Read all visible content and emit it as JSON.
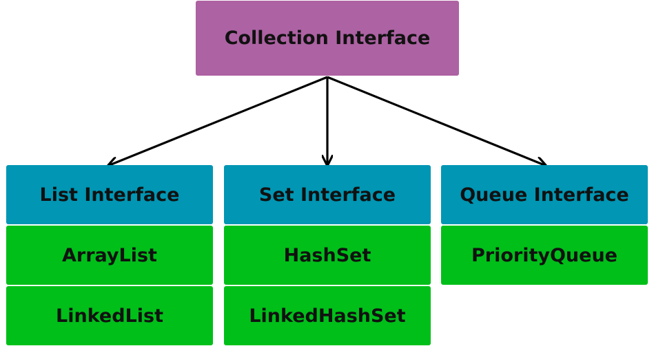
{
  "colors": {
    "root": "#ad62a3",
    "interface": "#0096b4",
    "implementation": "#00bf19",
    "arrow": "#000000"
  },
  "root": {
    "label": "Collection Interface"
  },
  "interfaces": [
    {
      "label": "List Interface",
      "implementations": [
        "ArrayList",
        "LinkedList"
      ]
    },
    {
      "label": "Set Interface",
      "implementations": [
        "HashSet",
        "LinkedHashSet"
      ]
    },
    {
      "label": "Queue Interface",
      "implementations": [
        "PriorityQueue"
      ]
    }
  ]
}
